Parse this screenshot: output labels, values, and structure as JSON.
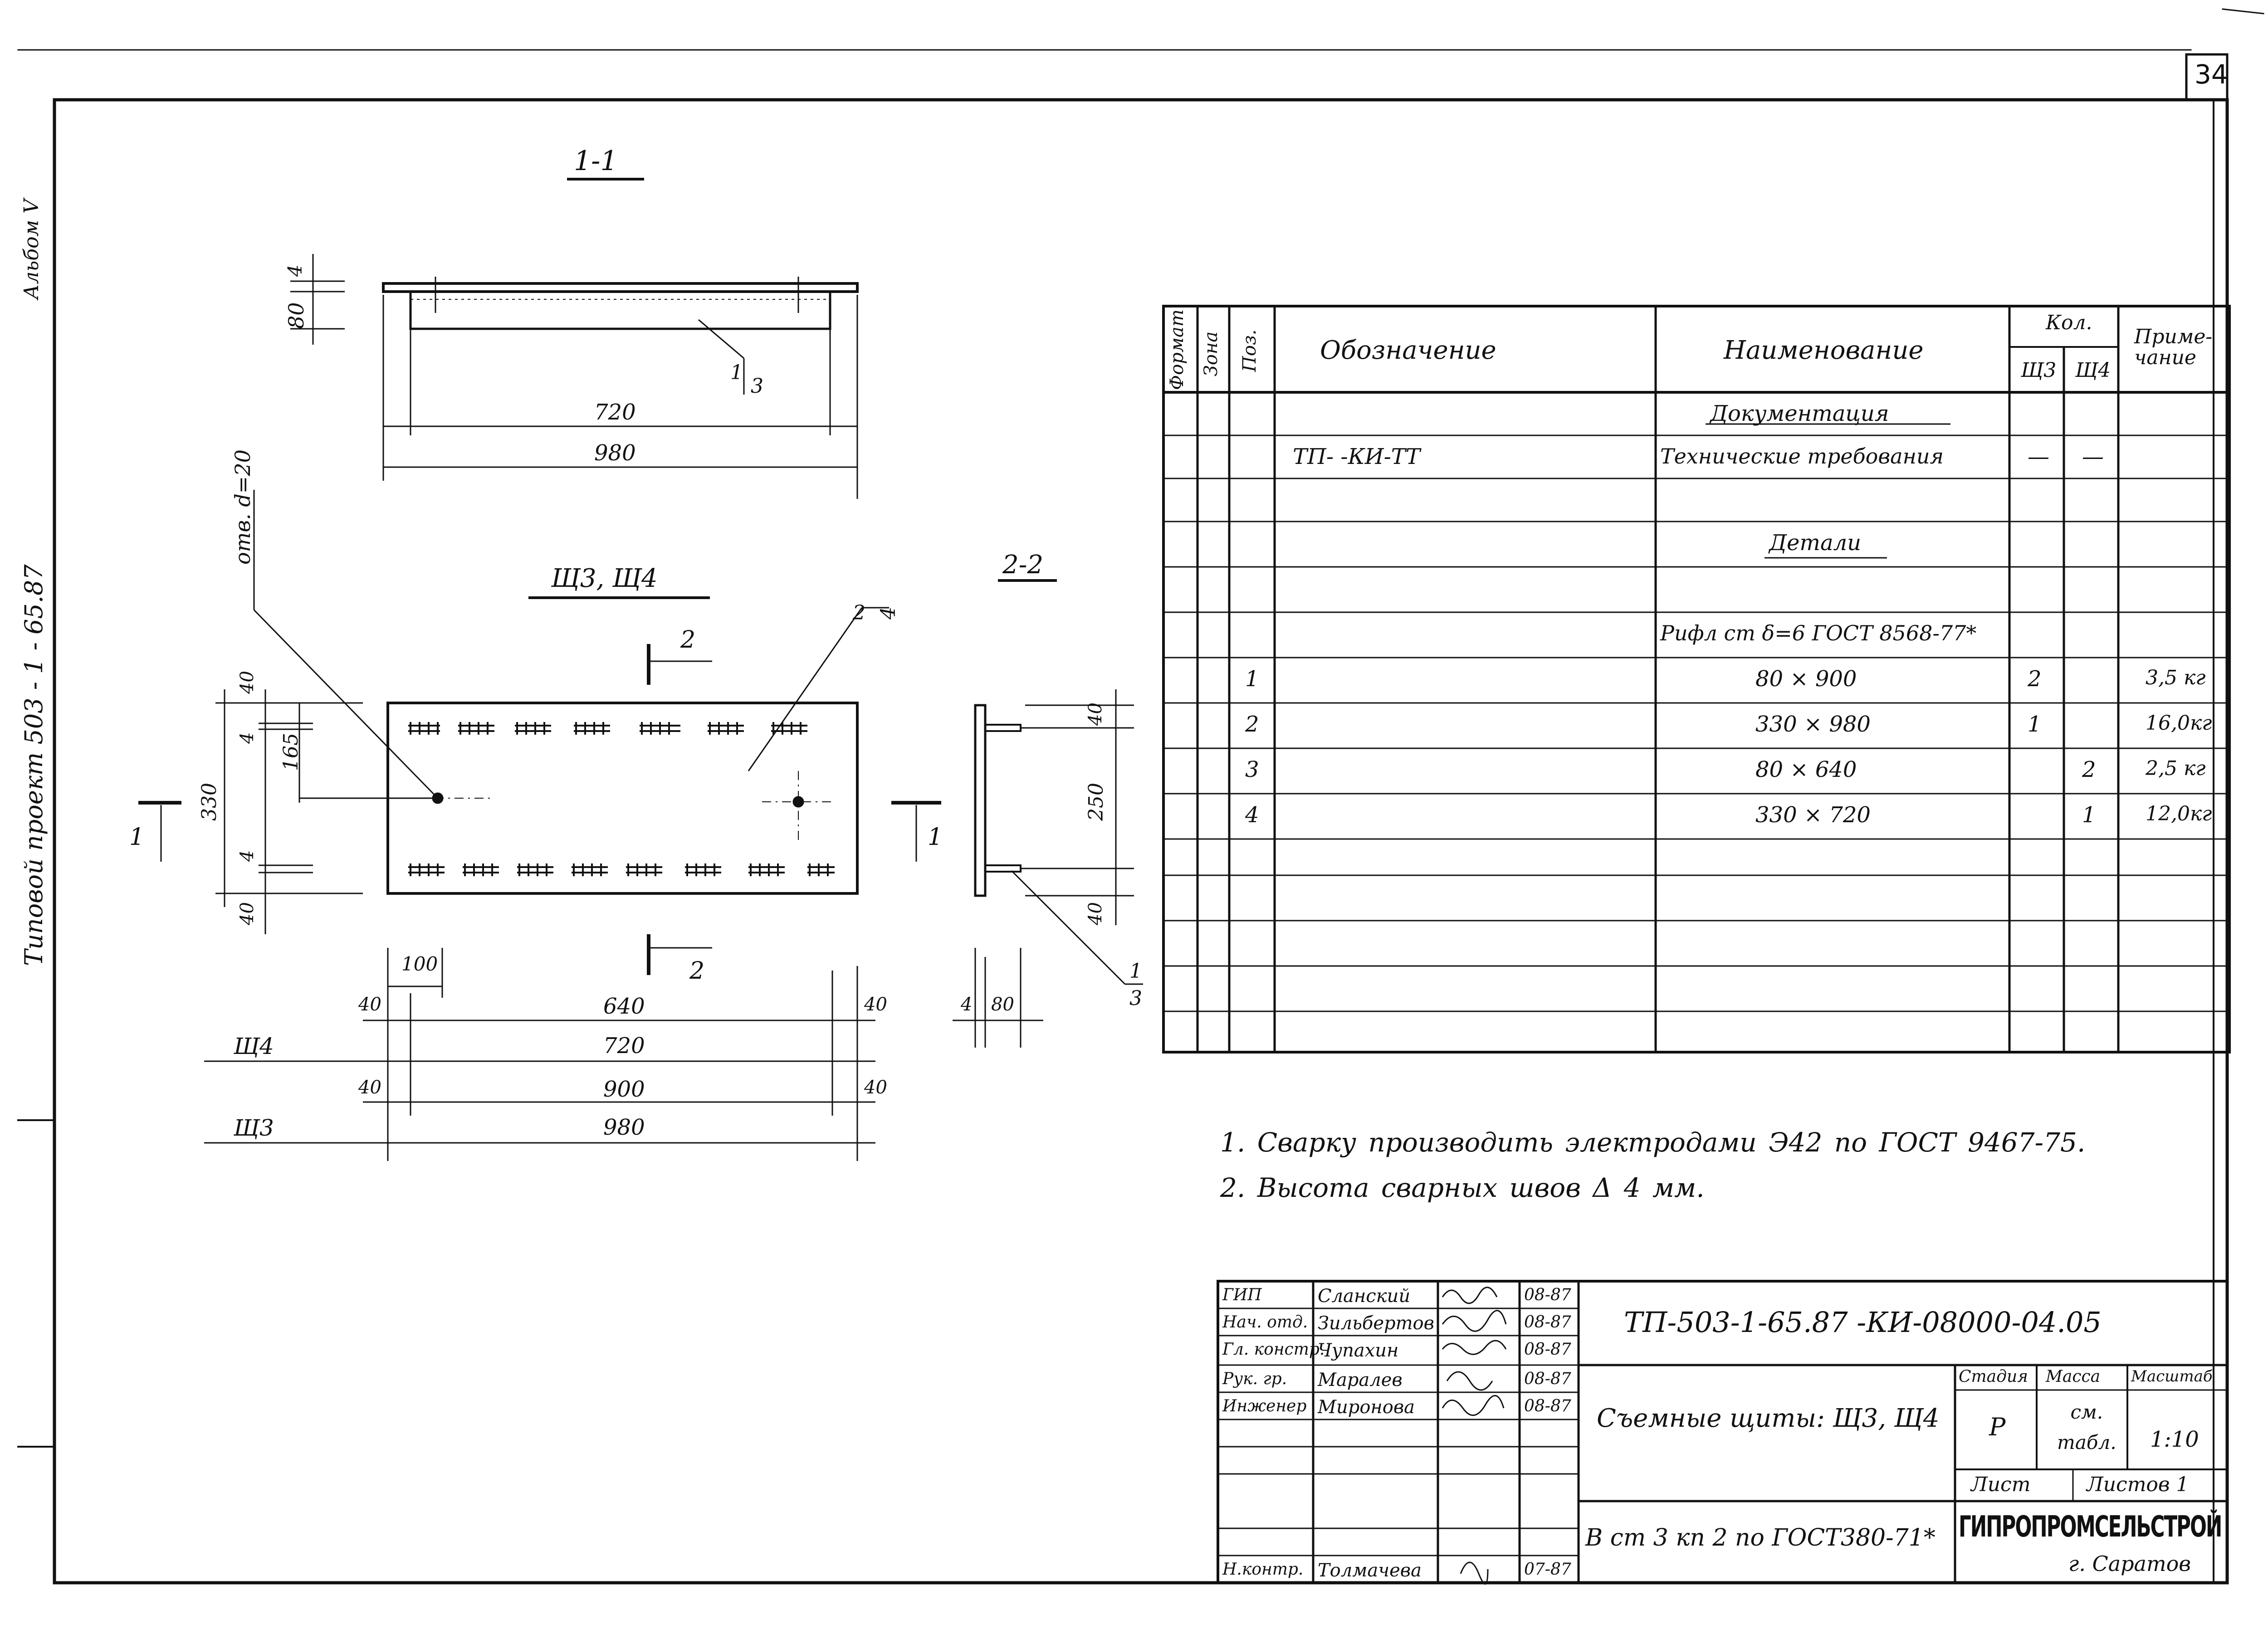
{
  "sheet": {
    "number": "34",
    "margin_text": "Типовой   проект 503 - 1 - 65.87",
    "album": "Альбом V"
  },
  "drawing": {
    "sec11": {
      "title": "1-1",
      "dim_80": "80",
      "dim_4": "4",
      "leader_a": "1",
      "leader_b": "3",
      "dim_720": "720",
      "dim_980": "980"
    },
    "plan": {
      "title": "Щ3, Щ4",
      "hole_label": "отв. d=20",
      "dims": {
        "d40a": "40",
        "d4a": "4",
        "d165": "165",
        "d330": "330",
        "d4b": "4",
        "d40b": "40",
        "d100": "100",
        "d40c": "40",
        "d640": "640",
        "d40d": "40",
        "d720": "720",
        "d40e": "40",
        "d900": "900",
        "d40f": "40",
        "d980": "980"
      },
      "row_sh4": "Щ4",
      "row_sh3": "Щ3",
      "sec_mark_1": "1",
      "sec_mark_2": "2",
      "leader_top_a": "2",
      "leader_top_b": "4"
    },
    "sec22": {
      "title": "2-2",
      "dim_40a": "40",
      "dim_250": "250",
      "dim_40b": "40",
      "dim_4": "4",
      "dim_80": "80",
      "leader_a": "1",
      "leader_b": "3"
    }
  },
  "spec": {
    "headers": {
      "format": "Формат",
      "zone": "Зона",
      "pos": "Поз.",
      "designation": "Обозначение",
      "name": "Наименование",
      "qty": "Кол.",
      "sh3": "Щ3",
      "sh4": "Щ4",
      "note": "Приме-\nчание"
    },
    "rows": [
      {
        "pos": "",
        "designation": "",
        "name": "Документация",
        "sh3": "",
        "sh4": "",
        "note": "",
        "style": "section"
      },
      {
        "pos": "",
        "designation": "ТП-            -КИ-ТТ",
        "name": "Технические требования",
        "sh3": "—",
        "sh4": "—",
        "note": ""
      },
      {
        "pos": "",
        "designation": "",
        "name": "",
        "sh3": "",
        "sh4": "",
        "note": ""
      },
      {
        "pos": "",
        "designation": "",
        "name": "Детали",
        "sh3": "",
        "sh4": "",
        "note": "",
        "style": "section"
      },
      {
        "pos": "",
        "designation": "",
        "name": "",
        "sh3": "",
        "sh4": "",
        "note": ""
      },
      {
        "pos": "",
        "designation": "",
        "name": "Рифл ст δ=6 ГОСТ 8568-77*",
        "sh3": "",
        "sh4": "",
        "note": ""
      },
      {
        "pos": "1",
        "designation": "",
        "name": "80 × 900",
        "sh3": "2",
        "sh4": "",
        "note": "3,5 кг"
      },
      {
        "pos": "2",
        "designation": "",
        "name": "330 × 980",
        "sh3": "1",
        "sh4": "",
        "note": "16,0кг"
      },
      {
        "pos": "3",
        "designation": "",
        "name": "80 × 640",
        "sh3": "",
        "sh4": "2",
        "note": "2,5 кг"
      },
      {
        "pos": "4",
        "designation": "",
        "name": "330 × 720",
        "sh3": "",
        "sh4": "1",
        "note": "12,0кг"
      },
      {
        "pos": "",
        "designation": "",
        "name": "",
        "sh3": "",
        "sh4": "",
        "note": ""
      },
      {
        "pos": "",
        "designation": "",
        "name": "",
        "sh3": "",
        "sh4": "",
        "note": ""
      },
      {
        "pos": "",
        "designation": "",
        "name": "",
        "sh3": "",
        "sh4": "",
        "note": ""
      },
      {
        "pos": "",
        "designation": "",
        "name": "",
        "sh3": "",
        "sh4": "",
        "note": ""
      },
      {
        "pos": "",
        "designation": "",
        "name": "",
        "sh3": "",
        "sh4": "",
        "note": ""
      }
    ]
  },
  "notes": [
    "1.   Сварку   производить   электродами Э42 по ГОСТ  9467-75.",
    "2.   Высота   сварных   швов  Δ 4 мм."
  ],
  "title_block": {
    "signatures": [
      {
        "role": "ГИП",
        "name": "Сланский",
        "date": "08-87"
      },
      {
        "role": "Нач. отд.",
        "name": "Зильбертов",
        "date": "08-87"
      },
      {
        "role": "Гл. констр.",
        "name": "Чупахин",
        "date": "08-87"
      },
      {
        "role": "Рук. гр.",
        "name": "Маралев",
        "date": "08-87"
      },
      {
        "role": "Инженер",
        "name": "Миронова",
        "date": "08-87"
      },
      {
        "role": "",
        "name": "",
        "date": ""
      },
      {
        "role": "",
        "name": "",
        "date": ""
      },
      {
        "role": "",
        "name": "",
        "date": ""
      },
      {
        "role": "Н.контр.",
        "name": "Толмачева",
        "date": "07-87"
      }
    ],
    "doc_code": "ТП-503-1-65.87      -КИ-08000-04.05",
    "doc_title": "Съемные щиты: Щ3, Щ4",
    "stage_label": "Стадия",
    "mass_label": "Масса",
    "scale_label": "Масштаб",
    "stage": "Р",
    "mass": "см.\nтабл.",
    "scale": "1:10",
    "sheet_label": "Лист",
    "sheets_label": "Листов 1",
    "material": "В ст 3 кп 2 по ГОСТ380-71*",
    "org": "ГИПРОПРОМСЕЛЬСТРОЙ",
    "city": "г. Саратов"
  },
  "colors": {
    "ink": "#111111",
    "paper": "#ffffff"
  }
}
